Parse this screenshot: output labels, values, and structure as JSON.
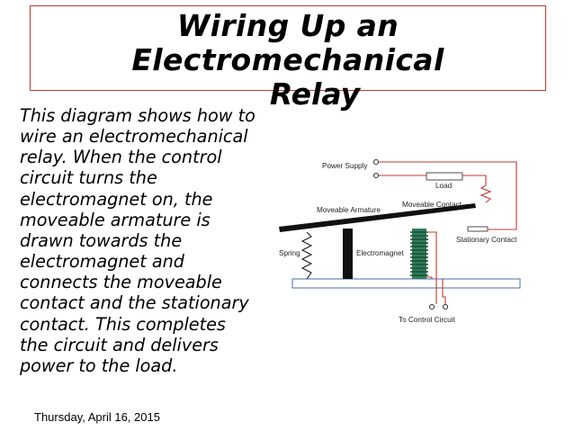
{
  "slide": {
    "title_line1": "Wiring Up an Electromechanical",
    "title_line2": "Relay",
    "body_lines": [
      "This diagram shows how to",
      "wire an electromechanical",
      "relay.  When the control",
      "circuit turns the",
      "electromagnet on, the",
      "moveable armature is",
      "drawn towards the",
      "electromagnet and",
      "connects the moveable",
      "contact and the stationary",
      "contact.  This completes",
      "the circuit and delivers",
      "power to the load."
    ],
    "date": "Thursday, April 16, 2015"
  },
  "diagram": {
    "labels": {
      "power_supply": "Power Supply",
      "load": "Load",
      "moveable_contact": "Moveable Contact",
      "moveable_armature": "Moveable Armature",
      "stationary_contact": "Stationary Contact",
      "spring": "Spring",
      "electromagnet": "Electromagnet",
      "control_circuit": "To Control Circuit"
    },
    "colors": {
      "wire": "#c0392b",
      "coil": "#2e7d5b",
      "base": "#ffffff",
      "armature": "#111111",
      "title_border": "#c0392b"
    }
  }
}
